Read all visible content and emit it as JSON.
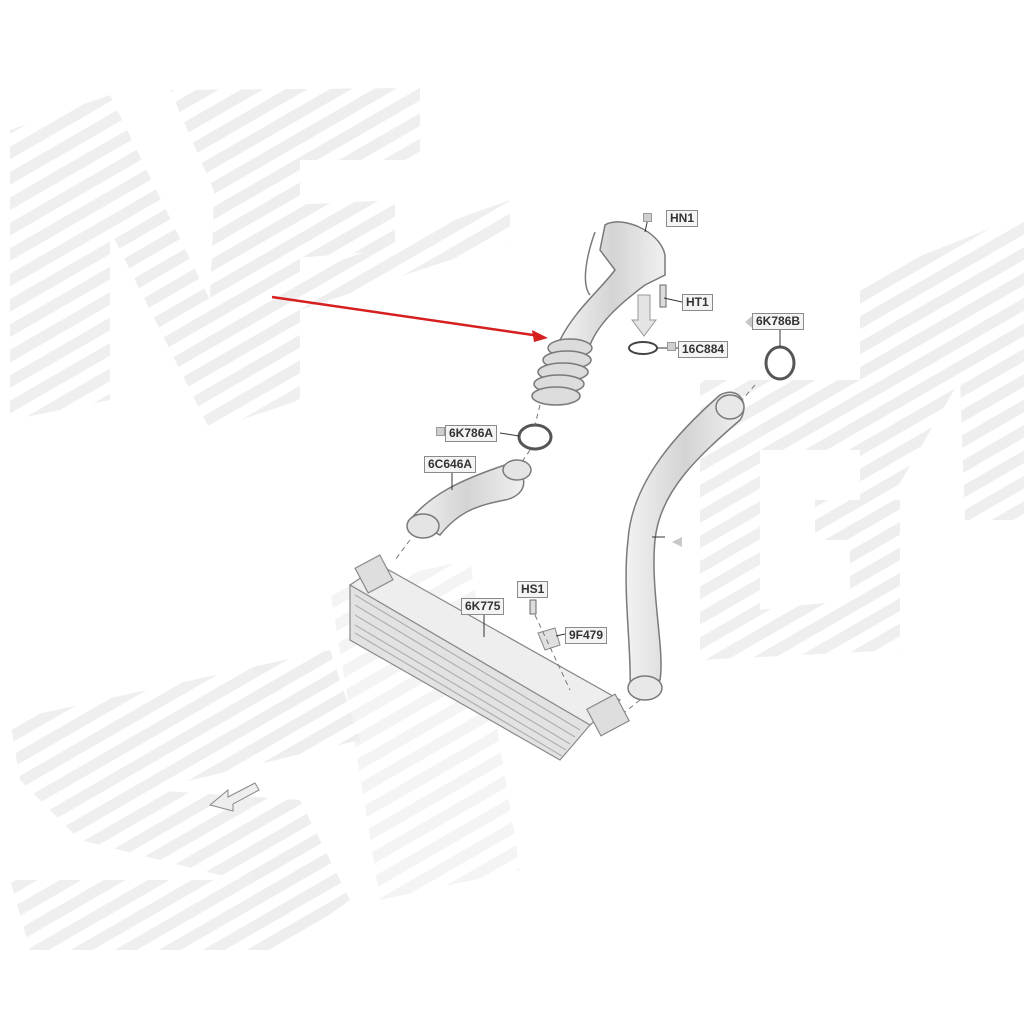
{
  "diagram": {
    "part_labels": {
      "hn1": "HN1",
      "ht1": "HT1",
      "c16c884": "16C884",
      "k6k786b": "6K786B",
      "k6k786a": "6K786A",
      "c6c646a": "6C646A",
      "hs1": "HS1",
      "k6k775": "6K775",
      "f9f479": "9F479"
    },
    "watermark_letters": [
      "N",
      "E",
      "S",
      "G",
      "N",
      "S",
      "I"
    ],
    "colors": {
      "callout_arrow": "#d62020",
      "part_stroke": "#7a7a7a",
      "part_fill": "#e6e6e6",
      "watermark": "#e9e9e9"
    }
  }
}
